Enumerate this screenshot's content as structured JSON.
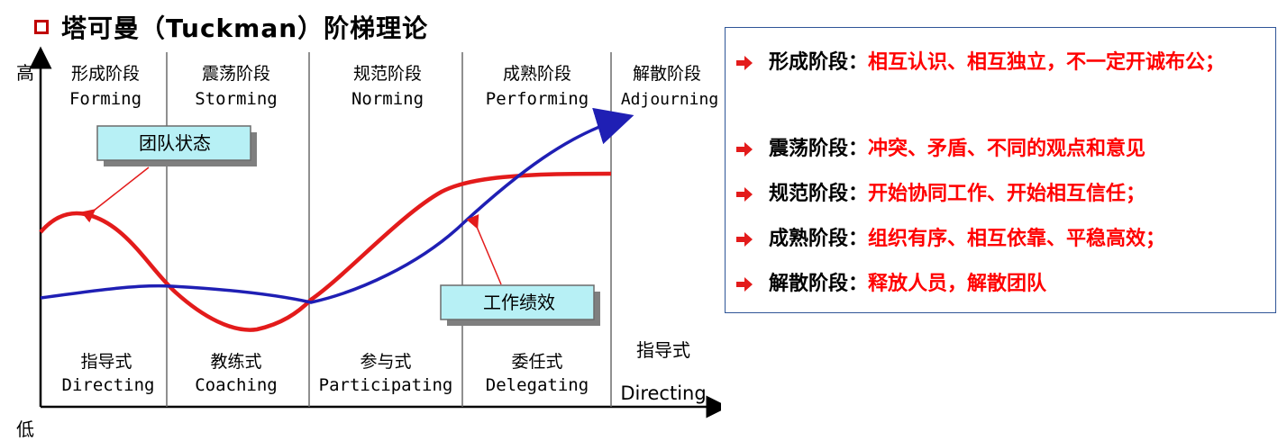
{
  "title": "塔可曼（Tuckman）阶梯理论",
  "colors": {
    "red_curve": "#e31b1b",
    "blue_curve": "#1f1fb4",
    "label_fill": "#b7f0f5",
    "accent": "#c00000"
  },
  "axis": {
    "high": "高",
    "low": "低"
  },
  "stages": [
    {
      "cn": "形成阶段",
      "en": "Forming"
    },
    {
      "cn": "震荡阶段",
      "en": "Storming"
    },
    {
      "cn": "规范阶段",
      "en": "Norming"
    },
    {
      "cn": "成熟阶段",
      "en": "Performing"
    },
    {
      "cn": "解散阶段",
      "en": "Adjourning"
    }
  ],
  "styles": [
    {
      "cn": "指导式",
      "en": "Directing"
    },
    {
      "cn": "教练式",
      "en": "Coaching"
    },
    {
      "cn": "参与式",
      "en": "Participating"
    },
    {
      "cn": "委任式",
      "en": "Delegating"
    },
    {
      "cn": "指导式",
      "en": "Directing"
    }
  ],
  "callouts": {
    "team_state": "团队状态",
    "work_performance": "工作绩效"
  },
  "legend": [
    {
      "stage": "形成阶段：",
      "desc": "相互认识、相互独立，不一定开诚布公；"
    },
    {
      "stage": "震荡阶段：",
      "desc": "冲突、矛盾、不同的观点和意见"
    },
    {
      "stage": "规范阶段：",
      "desc": "开始协同工作、开始相互信任；"
    },
    {
      "stage": "成熟阶段：",
      "desc": "组织有序、相互依靠、平稳高效；"
    },
    {
      "stage": "解散阶段：",
      "desc": "释放人员，解散团队"
    }
  ]
}
